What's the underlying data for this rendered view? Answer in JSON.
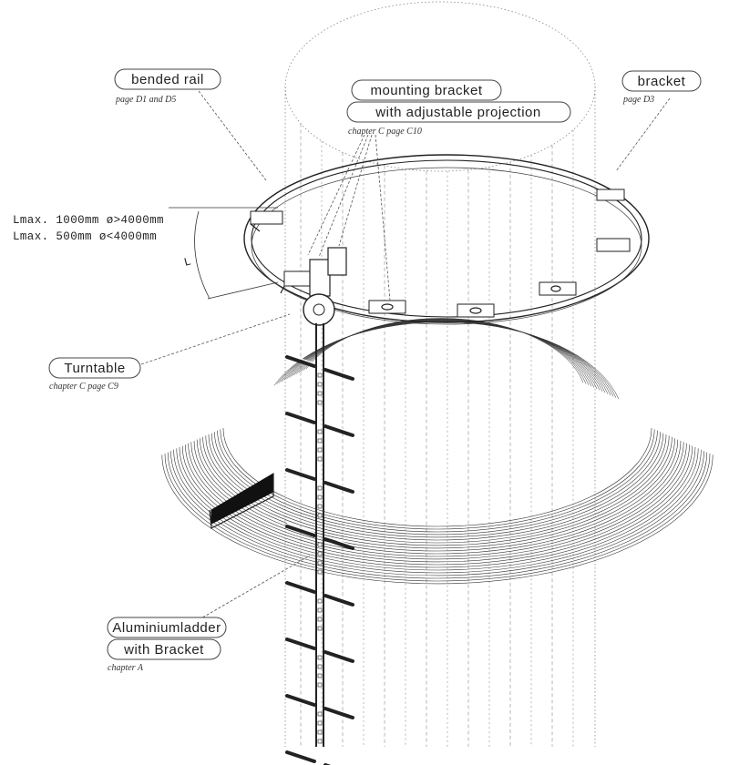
{
  "labels": {
    "bended_rail": {
      "title": "bended rail",
      "ref": "page D1 and D5"
    },
    "mounting_bracket": {
      "line1": "mounting bracket",
      "line2": "with adjustable projection",
      "ref": "chapter C page C10"
    },
    "bracket": {
      "title": "bracket",
      "ref": "page D3"
    },
    "dimension": {
      "line1": "Lmax. 1000mm ø>4000mm",
      "line2": "Lmax. 500mm ø<4000mm",
      "symbol": "L"
    },
    "turntable": {
      "title": "Turntable",
      "ref": "chapter C page C9"
    },
    "ladder": {
      "line1": "Aluminiumladder",
      "line2": "with Bracket",
      "ref": "chapter A"
    }
  },
  "colors": {
    "ink": "#222222",
    "dashed": "#555555",
    "dotted": "#777777",
    "background": "#ffffff"
  }
}
